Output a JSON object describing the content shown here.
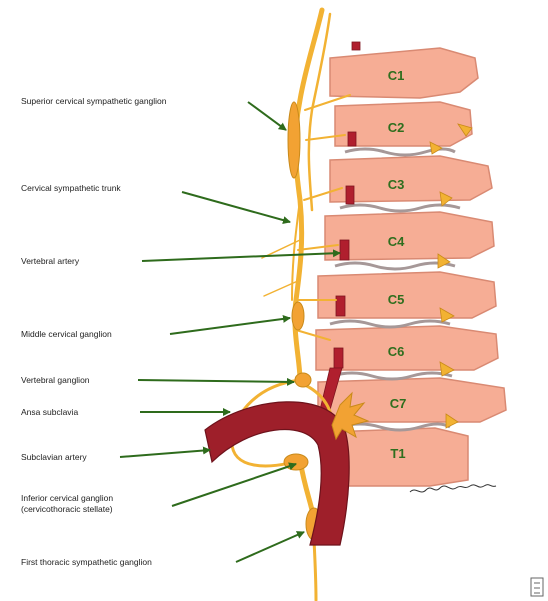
{
  "labels": {
    "superior": "Superior cervical sympathetic ganglion",
    "trunk": "Cervical sympathetic trunk",
    "vertebral_artery": "Vertebral artery",
    "middle": "Middle cervical ganglion",
    "vertebral_ganglion": "Vertebral ganglion",
    "ansa": "Ansa subclavia",
    "subclavian": "Subclavian artery",
    "inferior_line1": "Inferior cervical ganglion",
    "inferior_line2": "(cervicothoracic stellate)",
    "first_thoracic": "First thoracic sympathetic ganglion"
  },
  "vertebrae": [
    "C1",
    "C2",
    "C3",
    "C4",
    "C5",
    "C6",
    "C7",
    "T1"
  ],
  "signature": "illustrator signature",
  "corner_mark": "figure number mark",
  "colors": {
    "bone": "#f6ad95",
    "bone_outline": "#d98a73",
    "nerve": "#f2b233",
    "artery": "#9e1f2a",
    "arrow": "#2e6b1c",
    "vertebra_label": "#2f6e1e"
  }
}
